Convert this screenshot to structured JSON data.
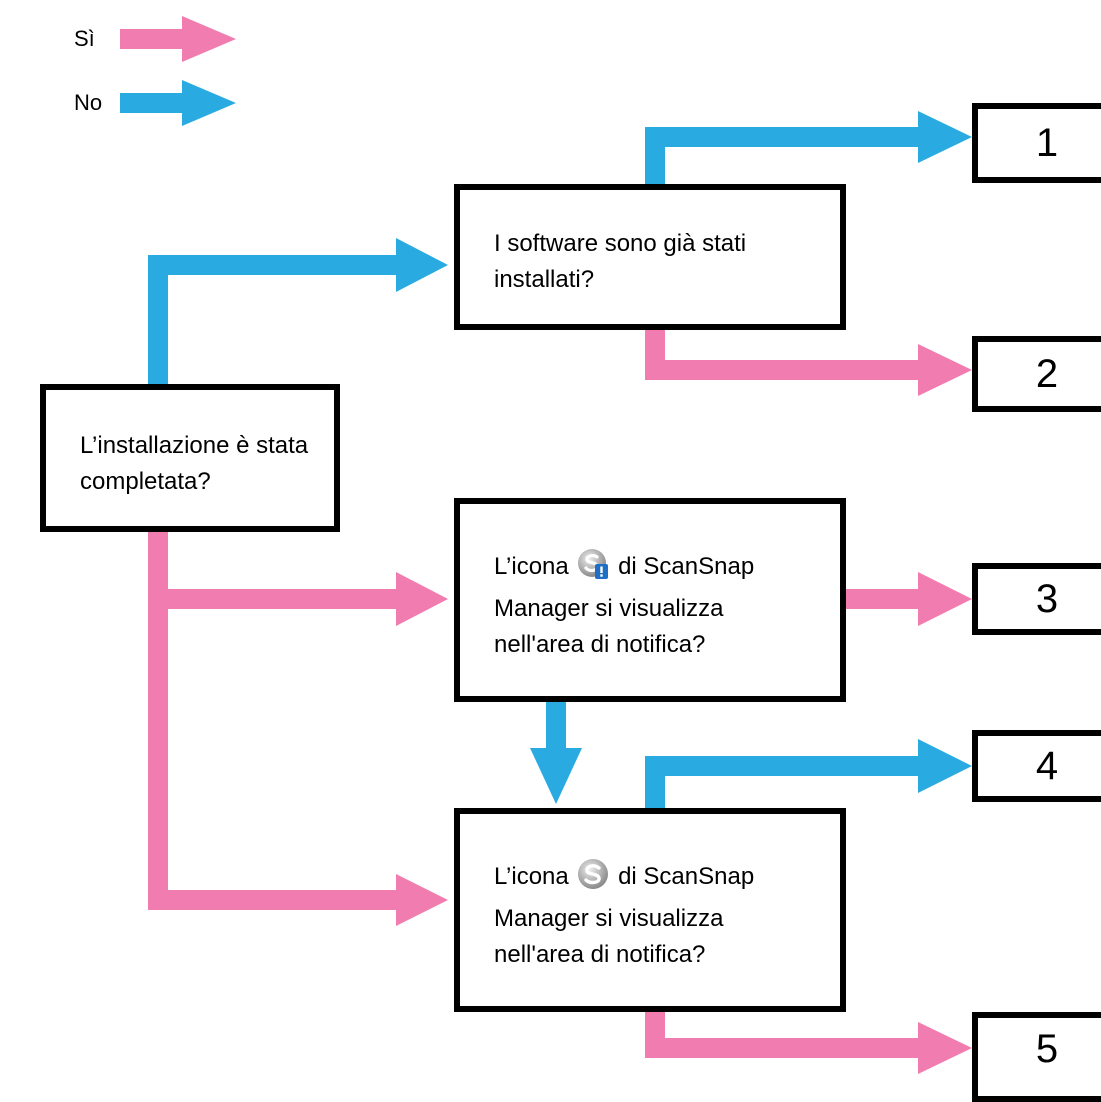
{
  "legend": {
    "yes_label": "Sì",
    "no_label": "No"
  },
  "colors": {
    "yes": "#f07cb0",
    "no": "#29abe2",
    "border": "#000000"
  },
  "nodes": {
    "q_install": {
      "line1": "L’installazione è stata",
      "line2": "completata?"
    },
    "q_software": {
      "line1": "I software sono già stati",
      "line2": "installati?"
    },
    "q_icon_warning": {
      "prefix": "L’icona",
      "suffix": "di ScanSnap",
      "line2": "Manager si visualizza",
      "line3": "nell'area di notifica?",
      "icon": "scansnap-manager-warning-icon"
    },
    "q_icon_normal": {
      "prefix": "L’icona",
      "suffix": "di ScanSnap",
      "line2": "Manager si visualizza",
      "line3": "nell'area di notifica?",
      "icon": "scansnap-manager-icon"
    },
    "results": [
      "1",
      "2",
      "3",
      "4",
      "5"
    ]
  }
}
